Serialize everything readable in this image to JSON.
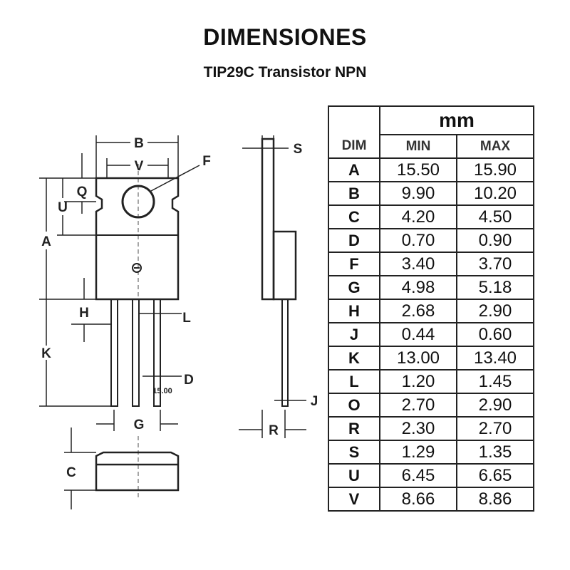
{
  "title": "DIMENSIONES",
  "subtitle": "TIP29C Transistor NPN",
  "labels": {
    "B": "B",
    "V": "V",
    "F": "F",
    "Q": "Q",
    "U": "U",
    "A": "A",
    "H": "H",
    "L": "L",
    "K": "K",
    "D": "D",
    "G": "G",
    "C": "C",
    "S": "S",
    "J": "J",
    "R": "R",
    "lead_spacing": "15.00"
  },
  "table": {
    "unit": "mm",
    "headers": [
      "DIM",
      "MIN",
      "MAX"
    ],
    "rows": [
      {
        "dim": "A",
        "min": "15.50",
        "max": "15.90"
      },
      {
        "dim": "B",
        "min": "9.90",
        "max": "10.20"
      },
      {
        "dim": "C",
        "min": "4.20",
        "max": "4.50"
      },
      {
        "dim": "D",
        "min": "0.70",
        "max": "0.90"
      },
      {
        "dim": "F",
        "min": "3.40",
        "max": "3.70"
      },
      {
        "dim": "G",
        "min": "4.98",
        "max": "5.18"
      },
      {
        "dim": "H",
        "min": "2.68",
        "max": "2.90"
      },
      {
        "dim": "J",
        "min": "0.44",
        "max": "0.60"
      },
      {
        "dim": "K",
        "min": "13.00",
        "max": "13.40"
      },
      {
        "dim": "L",
        "min": "1.20",
        "max": "1.45"
      },
      {
        "dim": "O",
        "min": "2.70",
        "max": "2.90"
      },
      {
        "dim": "R",
        "min": "2.30",
        "max": "2.70"
      },
      {
        "dim": "S",
        "min": "1.29",
        "max": "1.35"
      },
      {
        "dim": "U",
        "min": "6.45",
        "max": "6.65"
      },
      {
        "dim": "V",
        "min": "8.66",
        "max": "8.86"
      }
    ]
  }
}
